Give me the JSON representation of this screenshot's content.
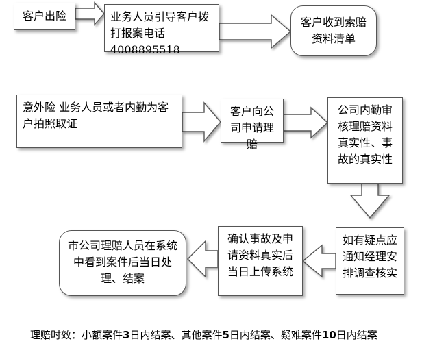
{
  "nodes": {
    "n1": "客户出险",
    "n2": "业务人员引导客户拨打报案电话4008895518",
    "n3": "客户收到索赔资料清单",
    "n4": "意外险 业务人员或者内勤为客户拍照取证",
    "n5": "客户向公司申请理赔",
    "n6": "公司内勤审核理赔资料真实性、事故的真实性",
    "n7": "如有疑点应通知经理安排调查核实",
    "n8": "确认事故及申请资料真实后当日上传系统",
    "n9": "市公司理赔人员在系统中看到案件后当日处理、结案"
  },
  "footer": {
    "prefix": "理赔时效：小额案件",
    "d1": "3",
    "mid1": "日内结案、其他案件",
    "d2": "5",
    "mid2": "日内结案、疑难案件",
    "d3": "10",
    "suffix": "日内结案"
  }
}
